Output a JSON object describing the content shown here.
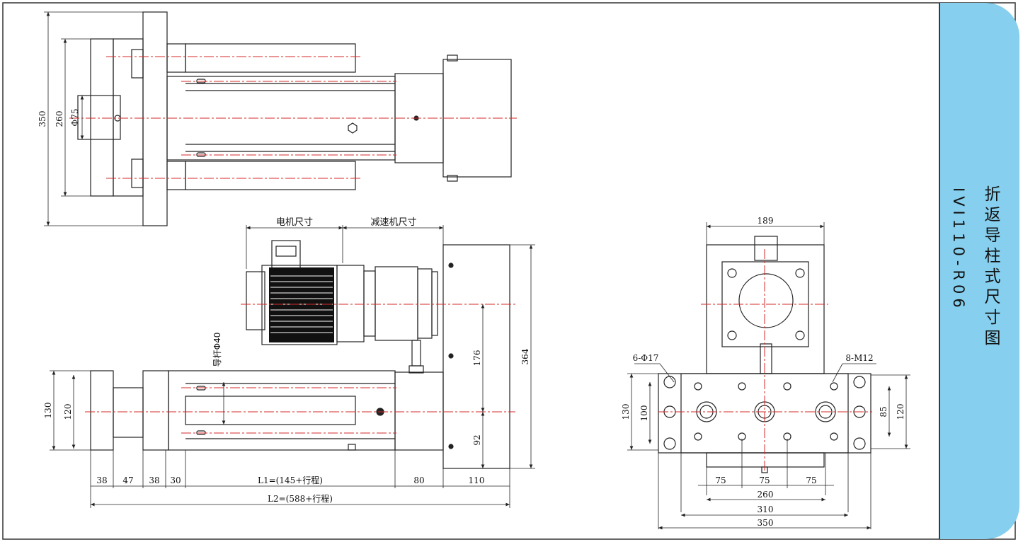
{
  "title": {
    "line1": "折返导柱式尺寸图",
    "line2": "IVI110-R06"
  },
  "colors": {
    "panel": "#86cfee",
    "line": "#222222",
    "centerline": "#d42a2a"
  },
  "top_view": {
    "dim_350": "350",
    "dim_260": "260",
    "dim_phi75": "Φ75"
  },
  "front_view": {
    "motor_label": "电机尺寸",
    "reducer_label": "减速机尺寸",
    "guide_rod": "导杆Φ40",
    "dim_130": "130",
    "dim_120": "120",
    "dim_176": "176",
    "dim_92": "92",
    "dim_364": "364",
    "b38a": "38",
    "b47": "47",
    "b38b": "38",
    "b30": "30",
    "l1": "L1=(145+行程)",
    "b80": "80",
    "b110": "110",
    "l2": "L2=(588+行程)"
  },
  "side_view": {
    "dim_189": "189",
    "holes_a": "6-Φ17",
    "holes_b": "8-M12",
    "dim_130": "130",
    "dim_100": "100",
    "dim_85": "85",
    "dim_120": "120",
    "d75a": "75",
    "d75b": "75",
    "d75c": "75",
    "d260": "260",
    "d310": "310",
    "d350": "350"
  }
}
